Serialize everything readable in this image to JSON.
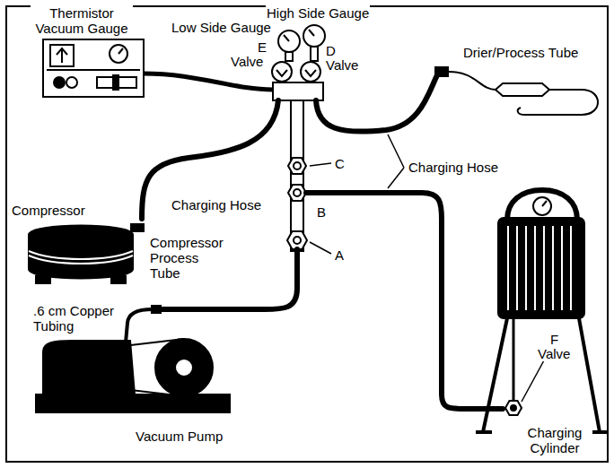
{
  "diagram": {
    "labels": [
      "Thermistor Vacuum Gauge",
      "Low Side Gauge",
      "High Side Gauge",
      "E",
      "Valve",
      "D",
      "Valve",
      "Drier/Process Tube",
      "C",
      "Charging Hose",
      "Charging Hose",
      "Compressor",
      "Compressor Process Tube",
      "B",
      "A",
      ".6 cm Copper Tubing",
      "F",
      "Valve",
      "Vacuum Pump",
      "Charging Cylinder"
    ]
  }
}
